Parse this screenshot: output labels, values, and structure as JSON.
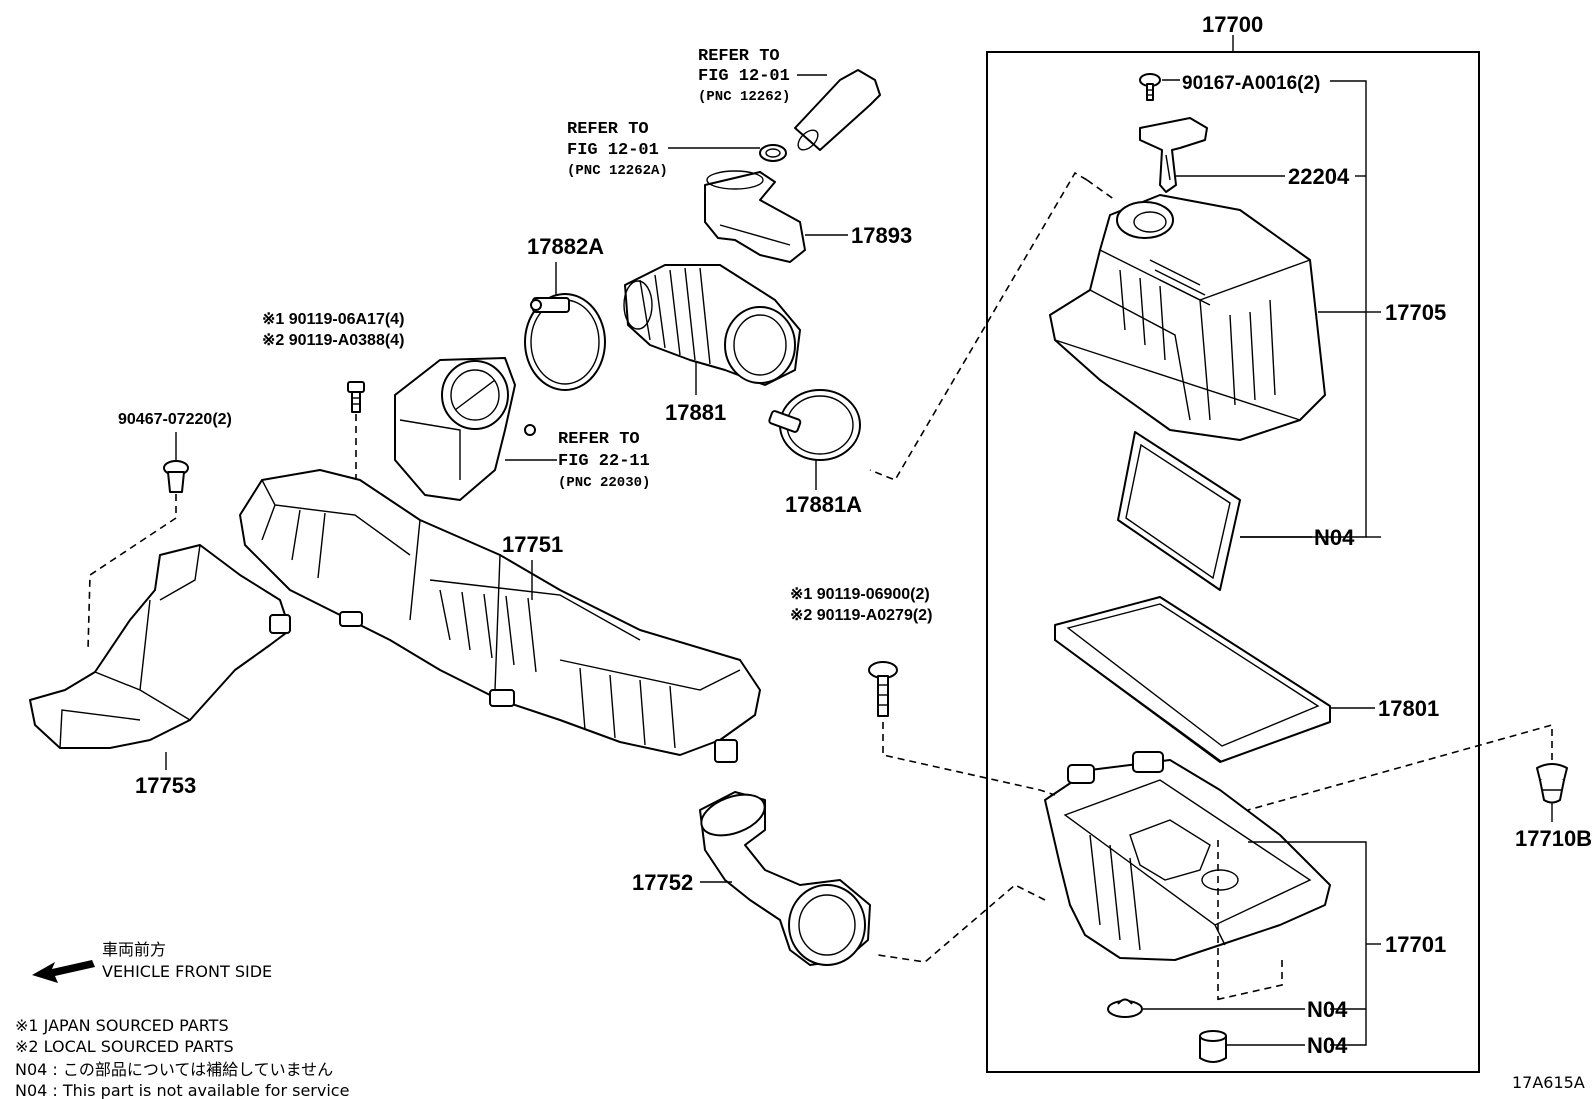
{
  "labels": {
    "p17700": "17700",
    "p90167": "90167-A0016(2)",
    "p22204": "22204",
    "p17705": "17705",
    "p17893": "17893",
    "p17882a": "17882A",
    "p17881": "17881",
    "p17881a": "17881A",
    "p17751": "17751",
    "p17753": "17753",
    "p17752": "17752",
    "p17801": "17801",
    "p17701": "17701",
    "p17710b": "17710B",
    "n04_a": "N04",
    "n04_b": "N04",
    "n04_c": "N04",
    "p90467": "90467-07220(2)",
    "star1_a": "※1  90119-06A17(4)",
    "star2_a": "※2  90119-A0388(4)",
    "star1_b": "※1  90119-06900(2)",
    "star2_b": "※2  90119-A0279(2)"
  },
  "refs": {
    "r1_l1": "REFER TO",
    "r1_l2": "FIG 12-01",
    "r1_l3": "(PNC 12262)",
    "r2_l1": "REFER TO",
    "r2_l2": "FIG 12-01",
    "r2_l3": "(PNC 12262A)",
    "r3_l1": "REFER TO",
    "r3_l2": "FIG 22-11",
    "r3_l3": "(PNC 22030)"
  },
  "legend": {
    "front_jp": "車両前方",
    "front_en": "VEHICLE FRONT SIDE",
    "note1": "※1  JAPAN SOURCED PARTS",
    "note2": "※2  LOCAL SOURCED PARTS",
    "n04_jp": "N04 : この部品については補給していません",
    "n04_en": "N04 : This part is not available for service"
  },
  "figure_code": "17A615A"
}
